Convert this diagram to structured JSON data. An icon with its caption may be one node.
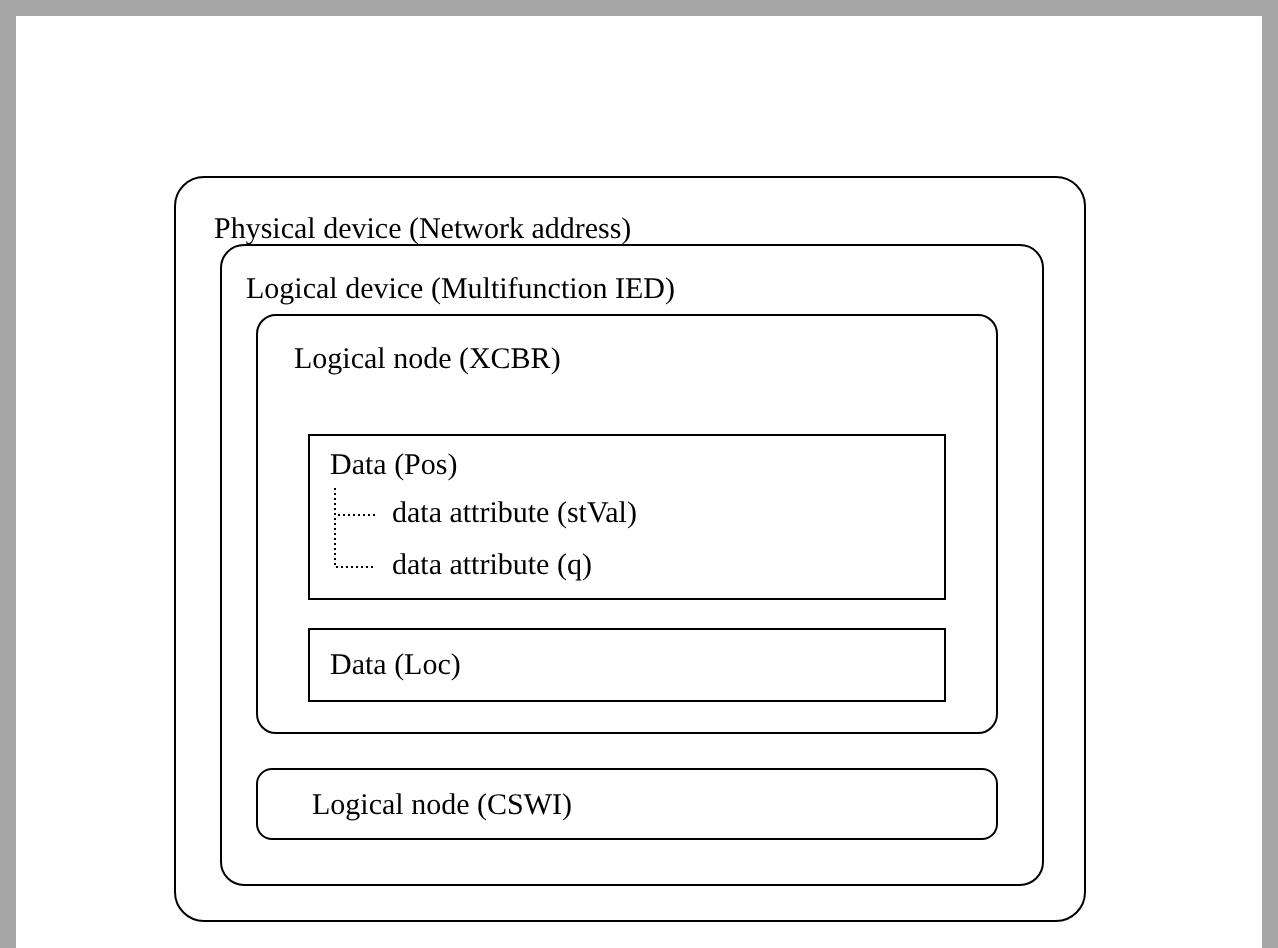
{
  "diagram": {
    "nodes": [
      {
        "text": [
          "Physical device (Network address)"
        ]
      },
      {
        "text": [
          "Logical device (Multifunction IED)"
        ],
        "in": 0
      },
      {
        "text": [
          "Logical node (XCBR)"
        ],
        "in": 1
      },
      {
        "text": [
          "Data (Pos)"
        ],
        "in": 2
      },
      {
        "text": [
          "data attribute (stVal)"
        ],
        "in": 3
      },
      {
        "text": [
          "data attribute (q)"
        ],
        "in": 3
      },
      {
        "text": [
          "Data (Loc)"
        ],
        "in": 2
      },
      {
        "text": [
          "Logical node (CSWI)"
        ],
        "in": 1
      }
    ],
    "edges": [
      {
        "from": 3,
        "to": 4,
        "arrow": "none",
        "style": "dashed"
      },
      {
        "from": 3,
        "to": 5,
        "arrow": "none",
        "style": "dashed"
      }
    ]
  }
}
